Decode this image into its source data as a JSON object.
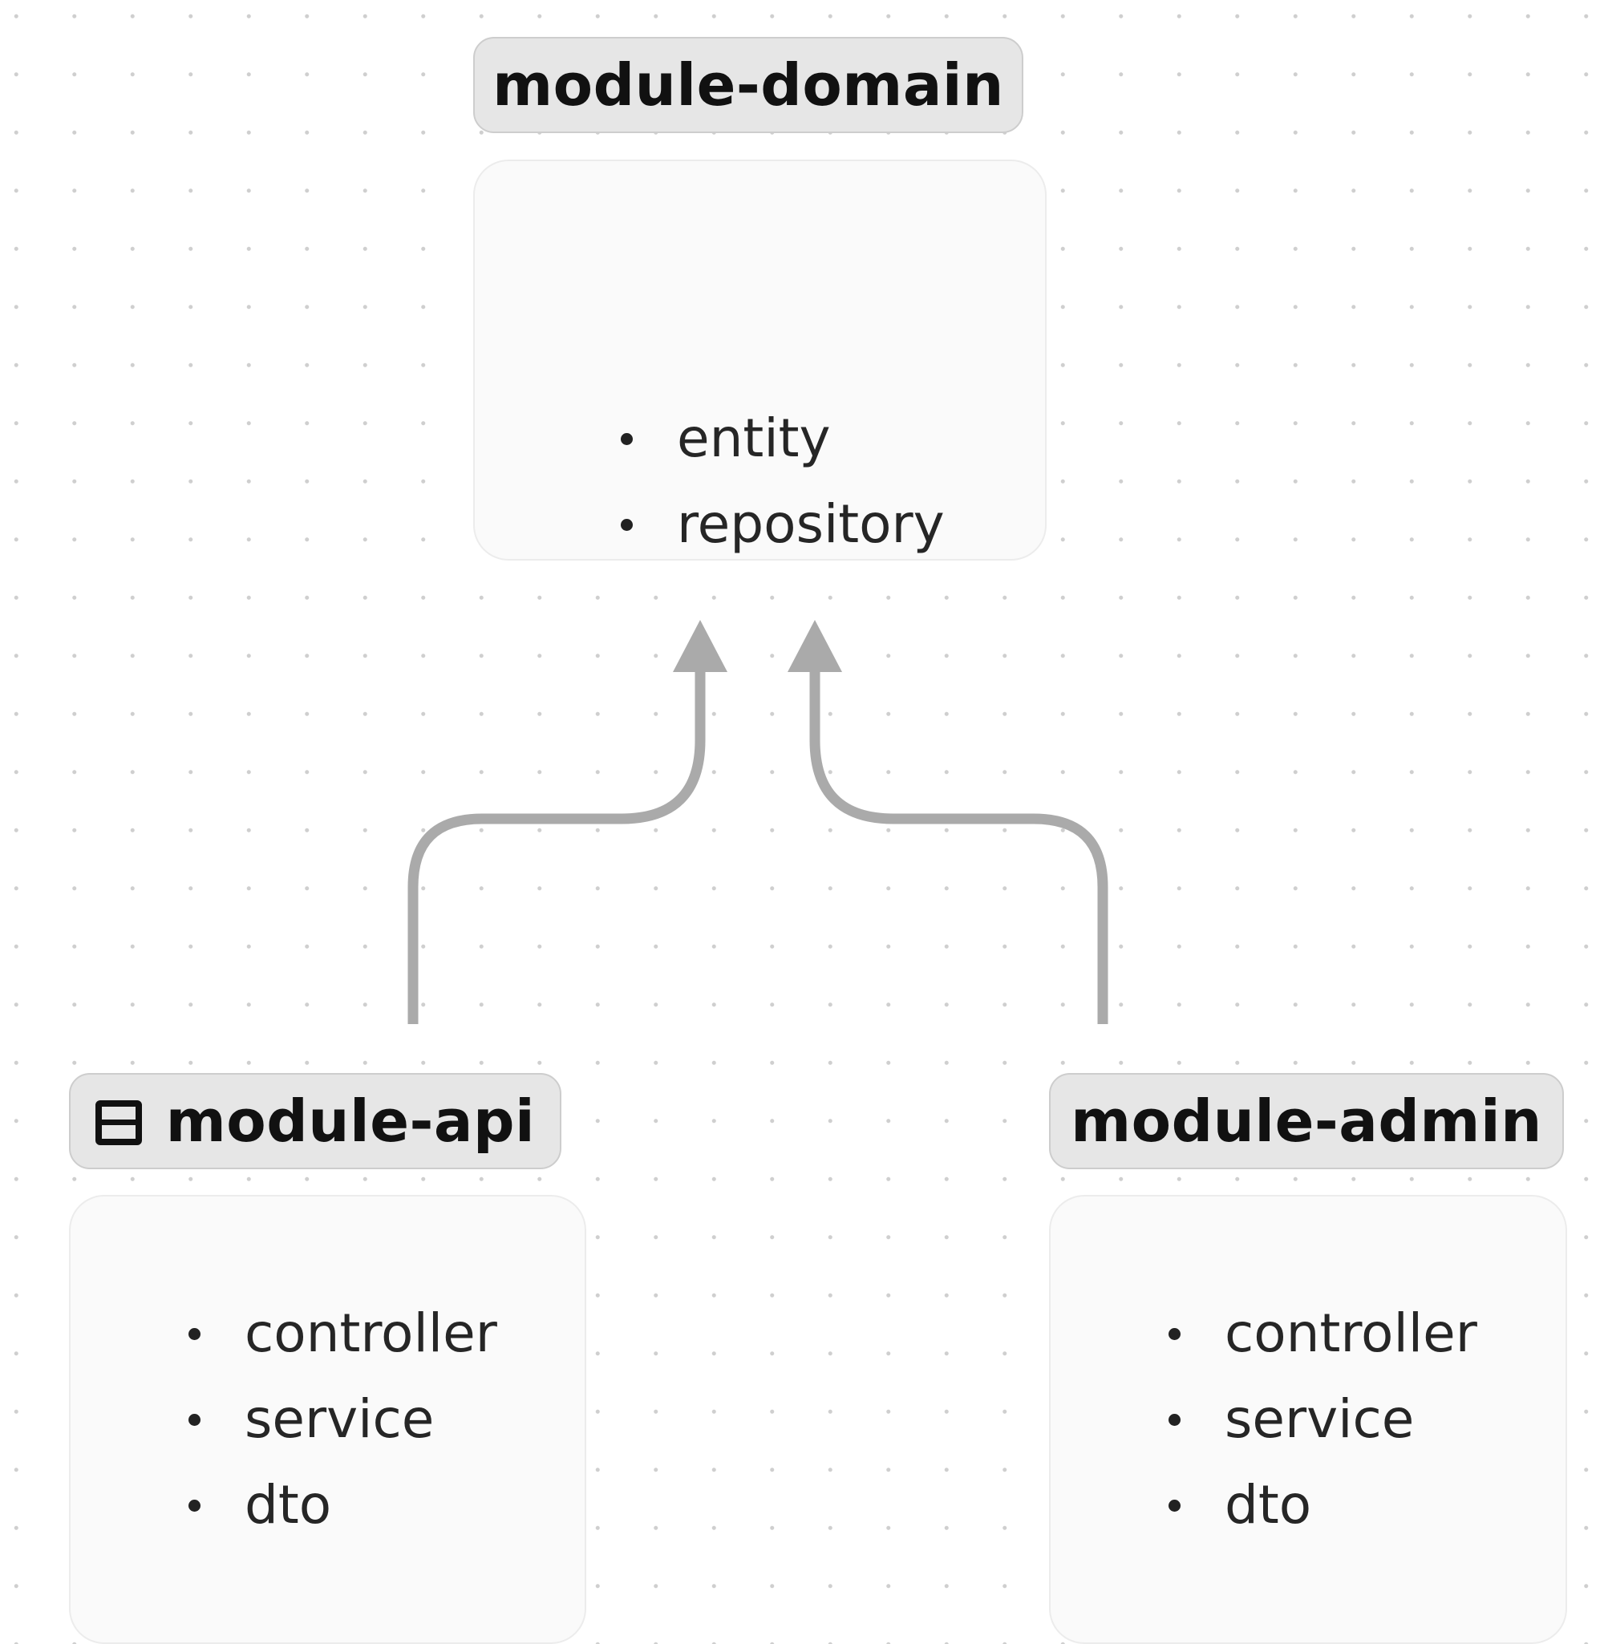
{
  "diagram": {
    "modules": {
      "domain": {
        "name": "module-domain",
        "items": [
          "entity",
          "repository"
        ]
      },
      "api": {
        "name": "module-api",
        "icon": "module-icon",
        "items": [
          "controller",
          "service",
          "dto"
        ]
      },
      "admin": {
        "name": "module-admin",
        "items": [
          "controller",
          "service",
          "dto"
        ]
      }
    },
    "dependencies": [
      {
        "from": "module-api",
        "to": "module-domain"
      },
      {
        "from": "module-admin",
        "to": "module-domain"
      }
    ],
    "colors": {
      "background": "#ffffff",
      "grid_dot": "#cfcfcf",
      "edge": "#aaaaaa",
      "label_fill": "#e6e6e6",
      "card_fill": "#fafafa"
    }
  }
}
